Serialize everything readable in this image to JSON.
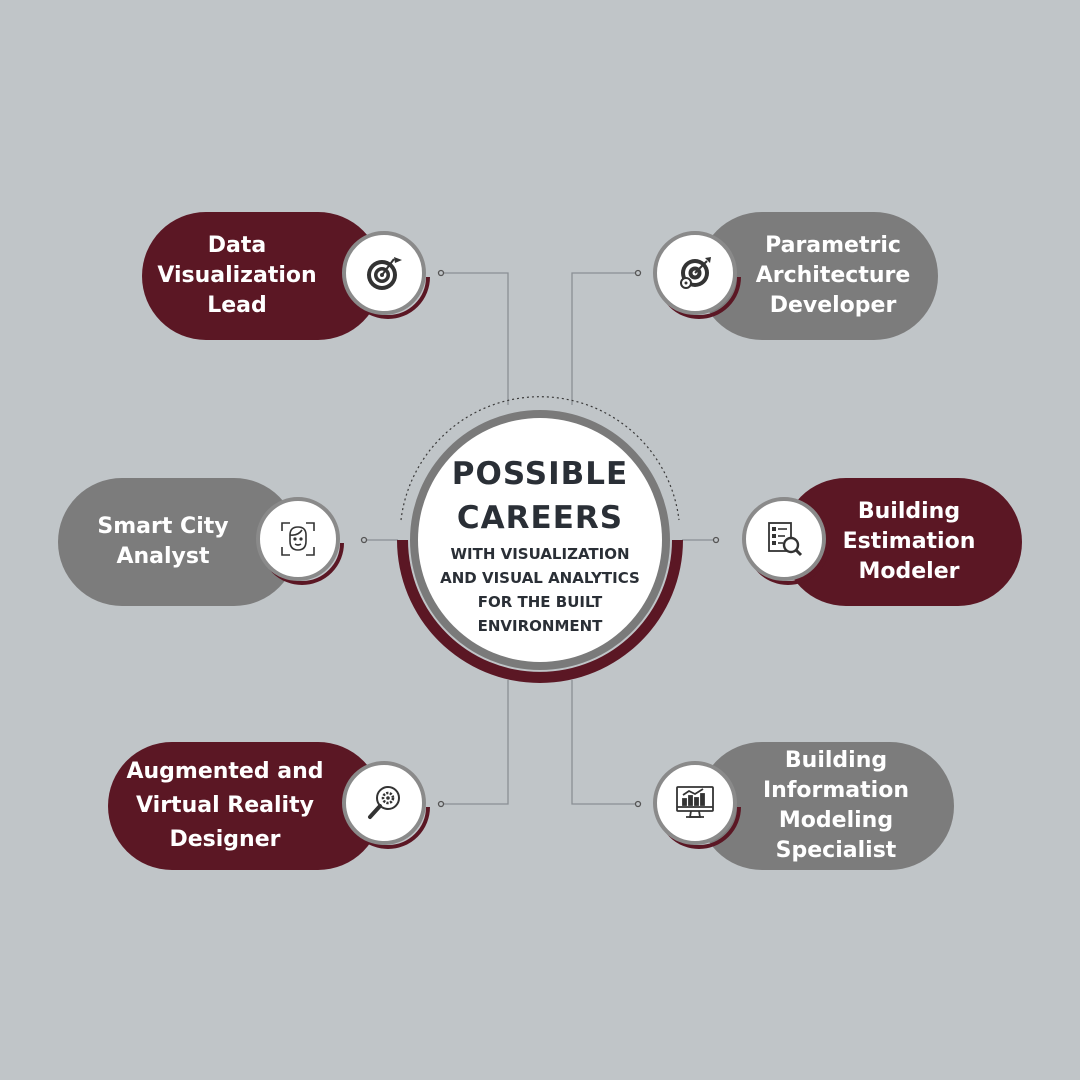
{
  "hub": {
    "title": "POSSIBLE\nCAREERS",
    "title_line1": "POSSIBLE",
    "title_line2": "CAREERS",
    "subtitle": "WITH VISUALIZATION\nAND VISUAL ANALYTICS\nFOR THE BUILT\nENVIRONMENT"
  },
  "careers": [
    {
      "label": "Data\nVisualization\nLead",
      "icon": "target-flag-icon",
      "color": "#5b1724"
    },
    {
      "label": "Parametric\nArchitecture\nDeveloper",
      "icon": "target-gear-icon",
      "color": "#7c7c7c"
    },
    {
      "label": "Smart City\nAnalyst",
      "icon": "face-scan-icon",
      "color": "#7c7c7c"
    },
    {
      "label": "Building\nEstimation\nModeler",
      "icon": "checklist-search-icon",
      "color": "#5b1724"
    },
    {
      "label": "Augmented and\nVirtual Reality\nDesigner",
      "icon": "magnifier-gear-icon",
      "color": "#5b1724"
    },
    {
      "label": "Building\nInformation\nModeling\nSpecialist",
      "icon": "monitor-chart-icon",
      "color": "#7c7c7c"
    }
  ],
  "colors": {
    "background": "#c0c5c8",
    "maroon": "#5b1724",
    "gray": "#7c7c7c",
    "text_dark": "#2a2f36"
  }
}
